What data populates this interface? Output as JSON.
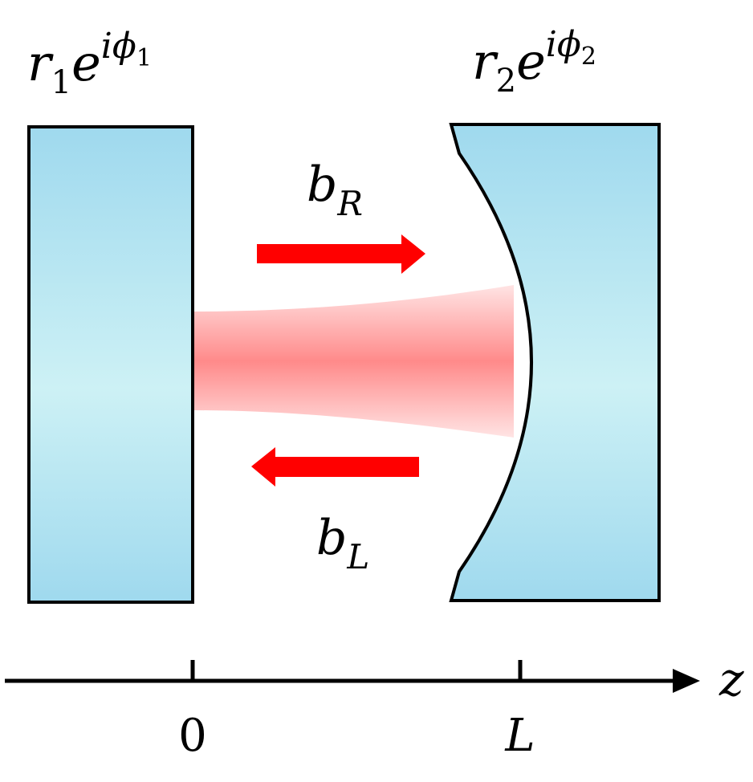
{
  "mirror_left": {
    "label_base": "r",
    "label_sub": "1",
    "label_exp_base": "e",
    "label_exp": "iϕ",
    "label_exp_sub": "1"
  },
  "mirror_right": {
    "label_base": "r",
    "label_sub": "2",
    "label_exp_base": "e",
    "label_exp": "iϕ",
    "label_exp_sub": "2"
  },
  "wave_right": {
    "base": "b",
    "sub": "R"
  },
  "wave_left": {
    "base": "b",
    "sub": "L"
  },
  "axis": {
    "label": "z",
    "tick_left": "0",
    "tick_right": "L"
  },
  "colors": {
    "mirror_fill_edge": "#9fd9ee",
    "mirror_fill_center": "#cdf1f5",
    "beam_center": "#ff8a8a",
    "beam_edge": "#ffe2e2",
    "arrow": "#ff0000",
    "outline": "#000000"
  }
}
